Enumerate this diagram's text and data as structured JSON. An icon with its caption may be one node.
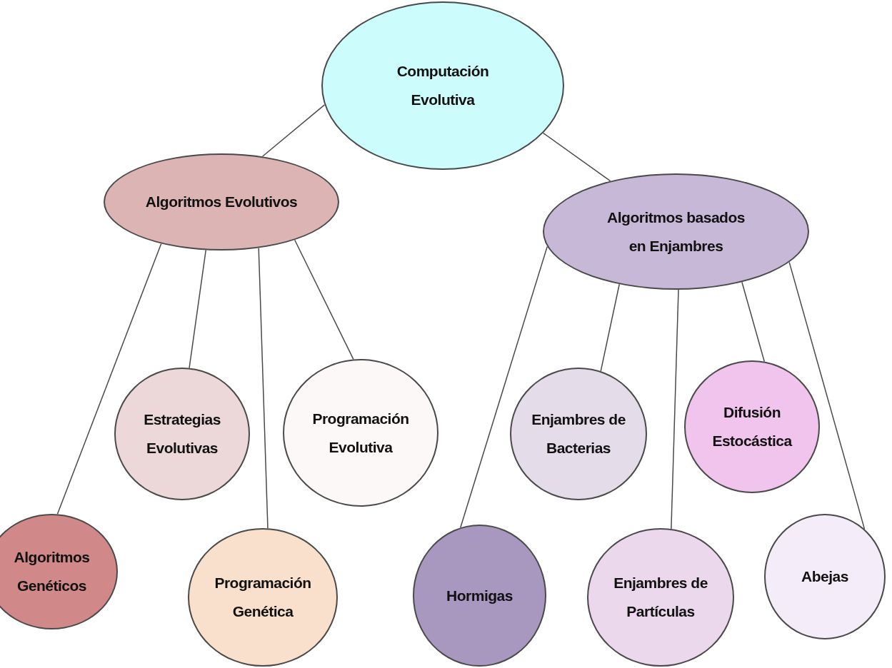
{
  "diagram": {
    "nodes": [
      {
        "text": [
          "Computación Evolutiva"
        ]
      },
      {
        "text": [
          "Algoritmos Evolutivos"
        ]
      },
      {
        "text": [
          "Algoritmos basados en Enjambres"
        ]
      },
      {
        "text": [
          "Estrategias Evolutivas"
        ]
      },
      {
        "text": [
          "Programación Evolutiva"
        ]
      },
      {
        "text": [
          "Enjambres de Bacterias"
        ]
      },
      {
        "text": [
          "Difusión Estocástica"
        ]
      },
      {
        "text": [
          "Algoritmos Genéticos"
        ]
      },
      {
        "text": [
          "Programación Genética"
        ]
      },
      {
        "text": [
          "Hormigas"
        ]
      },
      {
        "text": [
          "Enjambres de Partículas"
        ]
      },
      {
        "text": [
          "Abejas"
        ]
      }
    ],
    "edges": [
      {
        "from": 0,
        "to": 1,
        "arrow": "none"
      },
      {
        "from": 0,
        "to": 2,
        "arrow": "none"
      },
      {
        "from": 1,
        "to": 7,
        "arrow": "none"
      },
      {
        "from": 1,
        "to": 3,
        "arrow": "none"
      },
      {
        "from": 1,
        "to": 8,
        "arrow": "none"
      },
      {
        "from": 1,
        "to": 4,
        "arrow": "none"
      },
      {
        "from": 2,
        "to": 9,
        "arrow": "none"
      },
      {
        "from": 2,
        "to": 5,
        "arrow": "none"
      },
      {
        "from": 2,
        "to": 10,
        "arrow": "none"
      },
      {
        "from": 2,
        "to": 6,
        "arrow": "none"
      },
      {
        "from": 2,
        "to": 11,
        "arrow": "none"
      }
    ]
  }
}
